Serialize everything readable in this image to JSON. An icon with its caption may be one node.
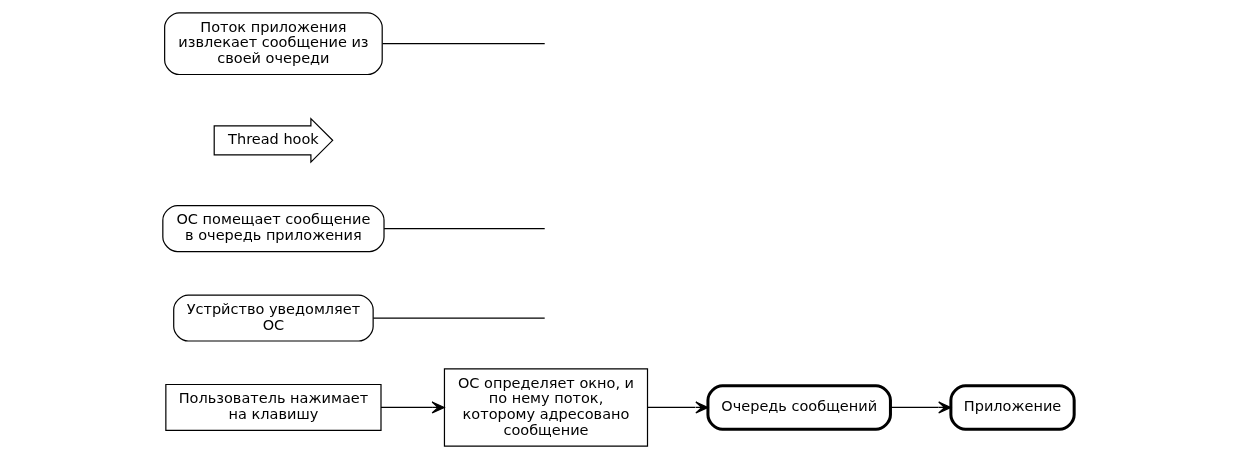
{
  "diagram": {
    "nodes": [
      {
        "text": [
          "Пользователь нажимает на клавишу"
        ]
      },
      {
        "text": [
          "Устрйство уведомляет ОС"
        ]
      },
      {
        "text": [
          "ОС определяет окно, и по нему поток, которому адресовано сообщение"
        ]
      },
      {
        "text": [
          "ОС помещает сообщение в очередь приложения"
        ]
      },
      {
        "text": [
          "Приложение"
        ]
      },
      {
        "text": [
          "Thread hook"
        ]
      },
      {
        "text": [
          "Поток приложения извлекает сообщение из своей очереди"
        ]
      },
      {
        "text": [
          "Очередь сообщений"
        ]
      }
    ],
    "edges": [
      {
        "from": 0,
        "to": 2,
        "arrow": "to"
      },
      {
        "from": 2,
        "to": 7,
        "arrow": "to"
      },
      {
        "from": 7,
        "to": 4,
        "arrow": "to"
      },
      {
        "from": 1,
        "to": null,
        "arrow": "none"
      },
      {
        "from": 3,
        "to": null,
        "arrow": "none"
      },
      {
        "from": 6,
        "to": null,
        "arrow": "none"
      }
    ]
  }
}
